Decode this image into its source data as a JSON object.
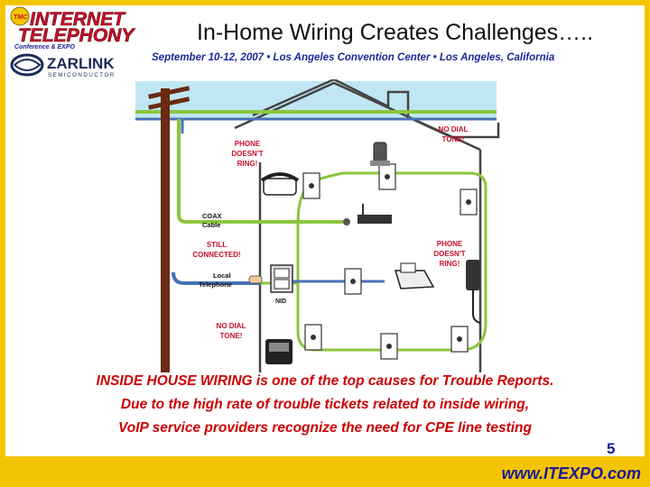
{
  "slide": {
    "title": "In-Home Wiring Creates Challenges…..",
    "subtitle": "September 10-12, 2007 • Los Angeles Convention Center • Los Angeles, California",
    "page_number": "5",
    "url": "www.ITEXPO.com"
  },
  "logos": {
    "tmc": "TMC",
    "internet": "INTERNET",
    "telephony": "TELEPHONY",
    "conference": "Conference & EXPO",
    "zarlink": "ZARLINK",
    "semiconductor": "SEMICONDUCTOR"
  },
  "diagram": {
    "labels": {
      "coax": "COAX",
      "cable": "Cable",
      "local": "Local",
      "telephone": "Telephone",
      "nid": "NID"
    },
    "callouts": {
      "phone_doesnt_ring_left": [
        "PHONE",
        "DOESN'T",
        "RING!"
      ],
      "no_dial_tone_top": [
        "NO DIAL",
        "TONE!"
      ],
      "still_connected": [
        "STILL",
        "CONNECTED!"
      ],
      "phone_doesnt_ring_right": [
        "PHONE",
        "DOESN'T",
        "RING!"
      ],
      "no_dial_tone_bottom": [
        "NO DIAL",
        "TONE!"
      ]
    }
  },
  "captions": [
    "INSIDE HOUSE WIRING is one of the top causes for Trouble Reports.",
    "Due to the high rate of trouble tickets related to inside wiring,",
    "VoIP service providers recognize the need for CPE line testing"
  ],
  "colors": {
    "frame": "#f5c400",
    "callout": "#c8102e",
    "green_wire": "#8cc63f",
    "blue_wire": "#4a72b8",
    "sky": "#bfe6f2",
    "pole": "#6b2a12"
  }
}
